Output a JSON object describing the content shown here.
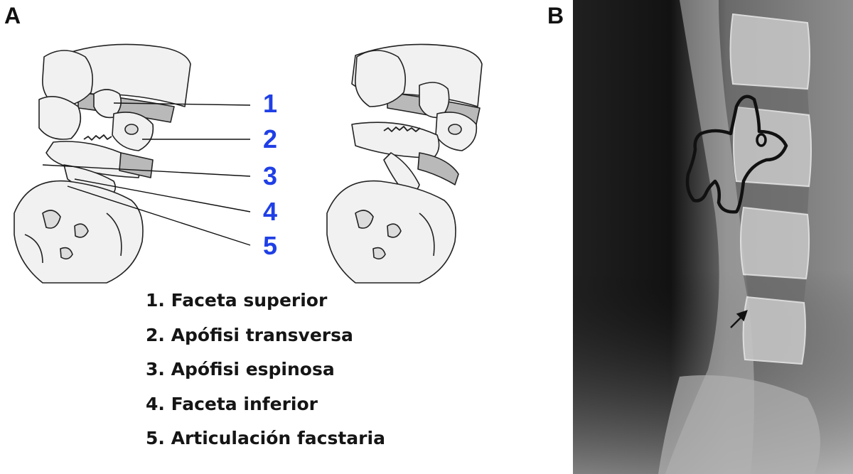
{
  "panels": {
    "a_label": "A",
    "b_label": "B"
  },
  "callout_numbers": [
    "1",
    "2",
    "3",
    "4",
    "5"
  ],
  "legend": [
    "1. Faceta superior",
    "2. Apófisi transversa",
    "3. Apófisi espinosa",
    "4. Faceta inferior",
    "5. Articulación facstaria"
  ],
  "colors": {
    "callout_blue": "#1f3fe6",
    "text_dark": "#151515",
    "bone_fill": "#f1f1f1",
    "disc_fill": "#b9b9b9",
    "xray_background": "#1a1a1a"
  }
}
